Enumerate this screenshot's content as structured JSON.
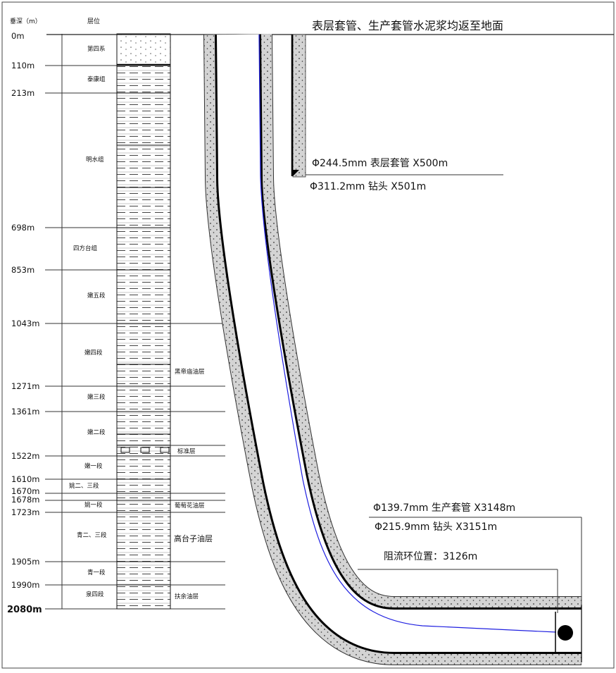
{
  "header": {
    "depth_col": "垂深（m）",
    "layer_col": "层位"
  },
  "depth_marks": [
    {
      "label": "0m"
    },
    {
      "label": "110m"
    },
    {
      "label": "213m"
    },
    {
      "label": "698m"
    },
    {
      "label": "853m"
    },
    {
      "label": "1043m"
    },
    {
      "label": "1271m"
    },
    {
      "label": "1361m"
    },
    {
      "label": "1522m"
    },
    {
      "label": "1610m"
    },
    {
      "label": "1670m"
    },
    {
      "label": "1678m"
    },
    {
      "label": "1723m"
    },
    {
      "label": "1905m"
    },
    {
      "label": "1990m"
    },
    {
      "label": "2080m"
    }
  ],
  "formations": [
    {
      "name": "第四系"
    },
    {
      "name": "泰康组"
    },
    {
      "name": "明水组"
    },
    {
      "name": "四方台组"
    },
    {
      "name": "嫩五段"
    },
    {
      "name": "嫩四段"
    },
    {
      "name": "嫩三段"
    },
    {
      "name": "嫩二段"
    },
    {
      "name": "嫩一段"
    },
    {
      "name": "姚二、三段"
    },
    {
      "name": "姚一段"
    },
    {
      "name": "青二、三段"
    },
    {
      "name": "青一段"
    },
    {
      "name": "泉四段"
    }
  ],
  "oil_layers": [
    {
      "name": "黑帝庙油层"
    },
    {
      "name": "标准层"
    },
    {
      "name": "葡萄花油层"
    },
    {
      "name": "高台子油层"
    },
    {
      "name": "扶余油层"
    }
  ],
  "annotations": {
    "cement_top": "表层套管、生产套管水泥浆均返至地面",
    "surface_casing": "Φ244.5mm 表层套管 X500m",
    "surface_bit": "Φ311.2mm 钻头 X501m",
    "production_casing": "Φ139.7mm 生产套管 X3148m",
    "production_bit": "Φ215.9mm 钻头 X3151m",
    "choke_ring": "阻流环位置：3126m"
  },
  "colors": {
    "cement": "#d4d4d4",
    "casing": "#000000",
    "tubing_line": "#1f1fe0"
  }
}
